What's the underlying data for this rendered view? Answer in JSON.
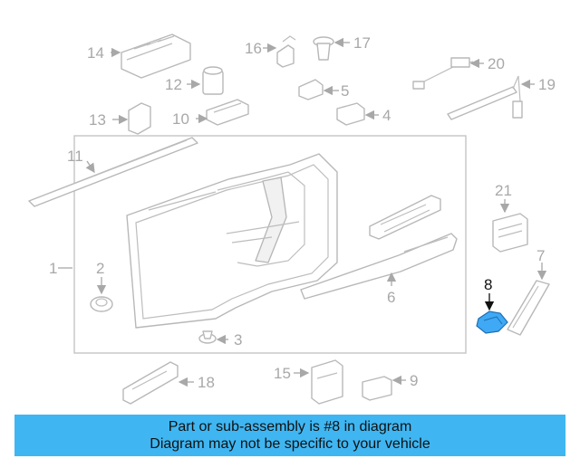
{
  "diagram": {
    "highlight_color": "#3fa9f5",
    "banner_color": "#3fb6f2",
    "callouts": [
      {
        "id": "1",
        "label": "1"
      },
      {
        "id": "2",
        "label": "2"
      },
      {
        "id": "3",
        "label": "3"
      },
      {
        "id": "4",
        "label": "4"
      },
      {
        "id": "5",
        "label": "5"
      },
      {
        "id": "6",
        "label": "6"
      },
      {
        "id": "7",
        "label": "7"
      },
      {
        "id": "8",
        "label": "8",
        "highlighted": true
      },
      {
        "id": "9",
        "label": "9"
      },
      {
        "id": "10",
        "label": "10"
      },
      {
        "id": "11",
        "label": "11"
      },
      {
        "id": "12",
        "label": "12"
      },
      {
        "id": "13",
        "label": "13"
      },
      {
        "id": "14",
        "label": "14"
      },
      {
        "id": "15",
        "label": "15"
      },
      {
        "id": "16",
        "label": "16"
      },
      {
        "id": "17",
        "label": "17"
      },
      {
        "id": "18",
        "label": "18"
      },
      {
        "id": "19",
        "label": "19"
      },
      {
        "id": "20",
        "label": "20"
      },
      {
        "id": "21",
        "label": "21"
      }
    ]
  },
  "banner": {
    "line1": "Part or sub-assembly is #8 in diagram",
    "line2": "Diagram may not be specific to your vehicle"
  }
}
